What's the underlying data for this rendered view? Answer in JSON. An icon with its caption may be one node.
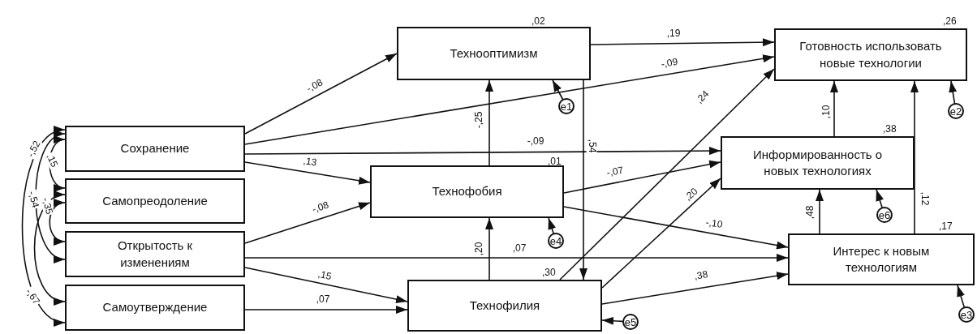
{
  "diagram": {
    "nodes": [
      {
        "text": [
          "Сохранение"
        ]
      },
      {
        "text": [
          "Самопреодоление"
        ]
      },
      {
        "text": [
          "Открытость к изменениям"
        ]
      },
      {
        "text": [
          "Самоутверждение"
        ]
      },
      {
        "text": [
          "Технооптимизм"
        ],
        "beside": [
          ",02"
        ]
      },
      {
        "text": [
          "Технофобия"
        ],
        "beside": [
          ",01"
        ]
      },
      {
        "text": [
          "Технофилия"
        ],
        "beside": [
          ",30"
        ]
      },
      {
        "text": [
          "Готовность использовать новые технологии"
        ],
        "beside": [
          ",26"
        ]
      },
      {
        "text": [
          "Информированность о новых технологиях"
        ],
        "beside": [
          ",38"
        ]
      },
      {
        "text": [
          "Интерес к новым технологиям"
        ],
        "beside": [
          ",17"
        ]
      },
      {
        "text": [
          "e1"
        ]
      },
      {
        "text": [
          "e2"
        ]
      },
      {
        "text": [
          "e3"
        ]
      },
      {
        "text": [
          "e4"
        ]
      },
      {
        "text": [
          "e5"
        ]
      },
      {
        "text": [
          "e6"
        ]
      }
    ],
    "edges": [
      {
        "from": 0,
        "to": 1,
        "arrow": "both",
        "label": ",15"
      },
      {
        "from": 1,
        "to": 2,
        "arrow": "both",
        "label": "-,35"
      },
      {
        "from": 0,
        "to": 2,
        "arrow": "both",
        "label": "-,54"
      },
      {
        "from": 1,
        "to": 3,
        "arrow": "both",
        "label": "-,67"
      },
      {
        "from": 0,
        "to": 3,
        "arrow": "both",
        "label": "-,52"
      },
      {
        "from": 0,
        "to": 4,
        "arrow": "to",
        "label": "-,08"
      },
      {
        "from": 0,
        "to": 7,
        "arrow": "to",
        "label": "-,09"
      },
      {
        "from": 0,
        "to": 8,
        "arrow": "to",
        "label": "-,09"
      },
      {
        "from": 0,
        "to": 5,
        "arrow": "to",
        "label": ",13"
      },
      {
        "from": 2,
        "to": 5,
        "arrow": "to",
        "label": "-,08"
      },
      {
        "from": 2,
        "to": 9,
        "arrow": "to",
        "label": ",07"
      },
      {
        "from": 2,
        "to": 6,
        "arrow": "to",
        "label": ",15"
      },
      {
        "from": 3,
        "to": 6,
        "arrow": "to",
        "label": ",07"
      },
      {
        "from": 4,
        "to": 7,
        "arrow": "to",
        "label": ",19"
      },
      {
        "from": 4,
        "to": 6,
        "arrow": "to",
        "label": ",54"
      },
      {
        "from": 5,
        "to": 4,
        "arrow": "to",
        "label": "-,25"
      },
      {
        "from": 6,
        "to": 5,
        "arrow": "to",
        "label": ",20"
      },
      {
        "from": 5,
        "to": 8,
        "arrow": "to",
        "label": "-,07"
      },
      {
        "from": 5,
        "to": 9,
        "arrow": "to",
        "label": "-,10"
      },
      {
        "from": 6,
        "to": 7,
        "arrow": "to",
        "label": ",24"
      },
      {
        "from": 6,
        "to": 8,
        "arrow": "to",
        "label": ",20"
      },
      {
        "from": 6,
        "to": 9,
        "arrow": "to",
        "label": ",38"
      },
      {
        "from": 8,
        "to": 7,
        "arrow": "to",
        "label": ",10"
      },
      {
        "from": 9,
        "to": 8,
        "arrow": "to",
        "label": ",48"
      },
      {
        "from": 9,
        "to": 7,
        "arrow": "to",
        "label": ",12"
      },
      {
        "from": 10,
        "to": 4,
        "arrow": "to"
      },
      {
        "from": 11,
        "to": 7,
        "arrow": "to"
      },
      {
        "from": 12,
        "to": 9,
        "arrow": "to"
      },
      {
        "from": 13,
        "to": 5,
        "arrow": "to"
      },
      {
        "from": 14,
        "to": 6,
        "arrow": "to"
      },
      {
        "from": 15,
        "to": 8,
        "arrow": "to"
      }
    ]
  }
}
